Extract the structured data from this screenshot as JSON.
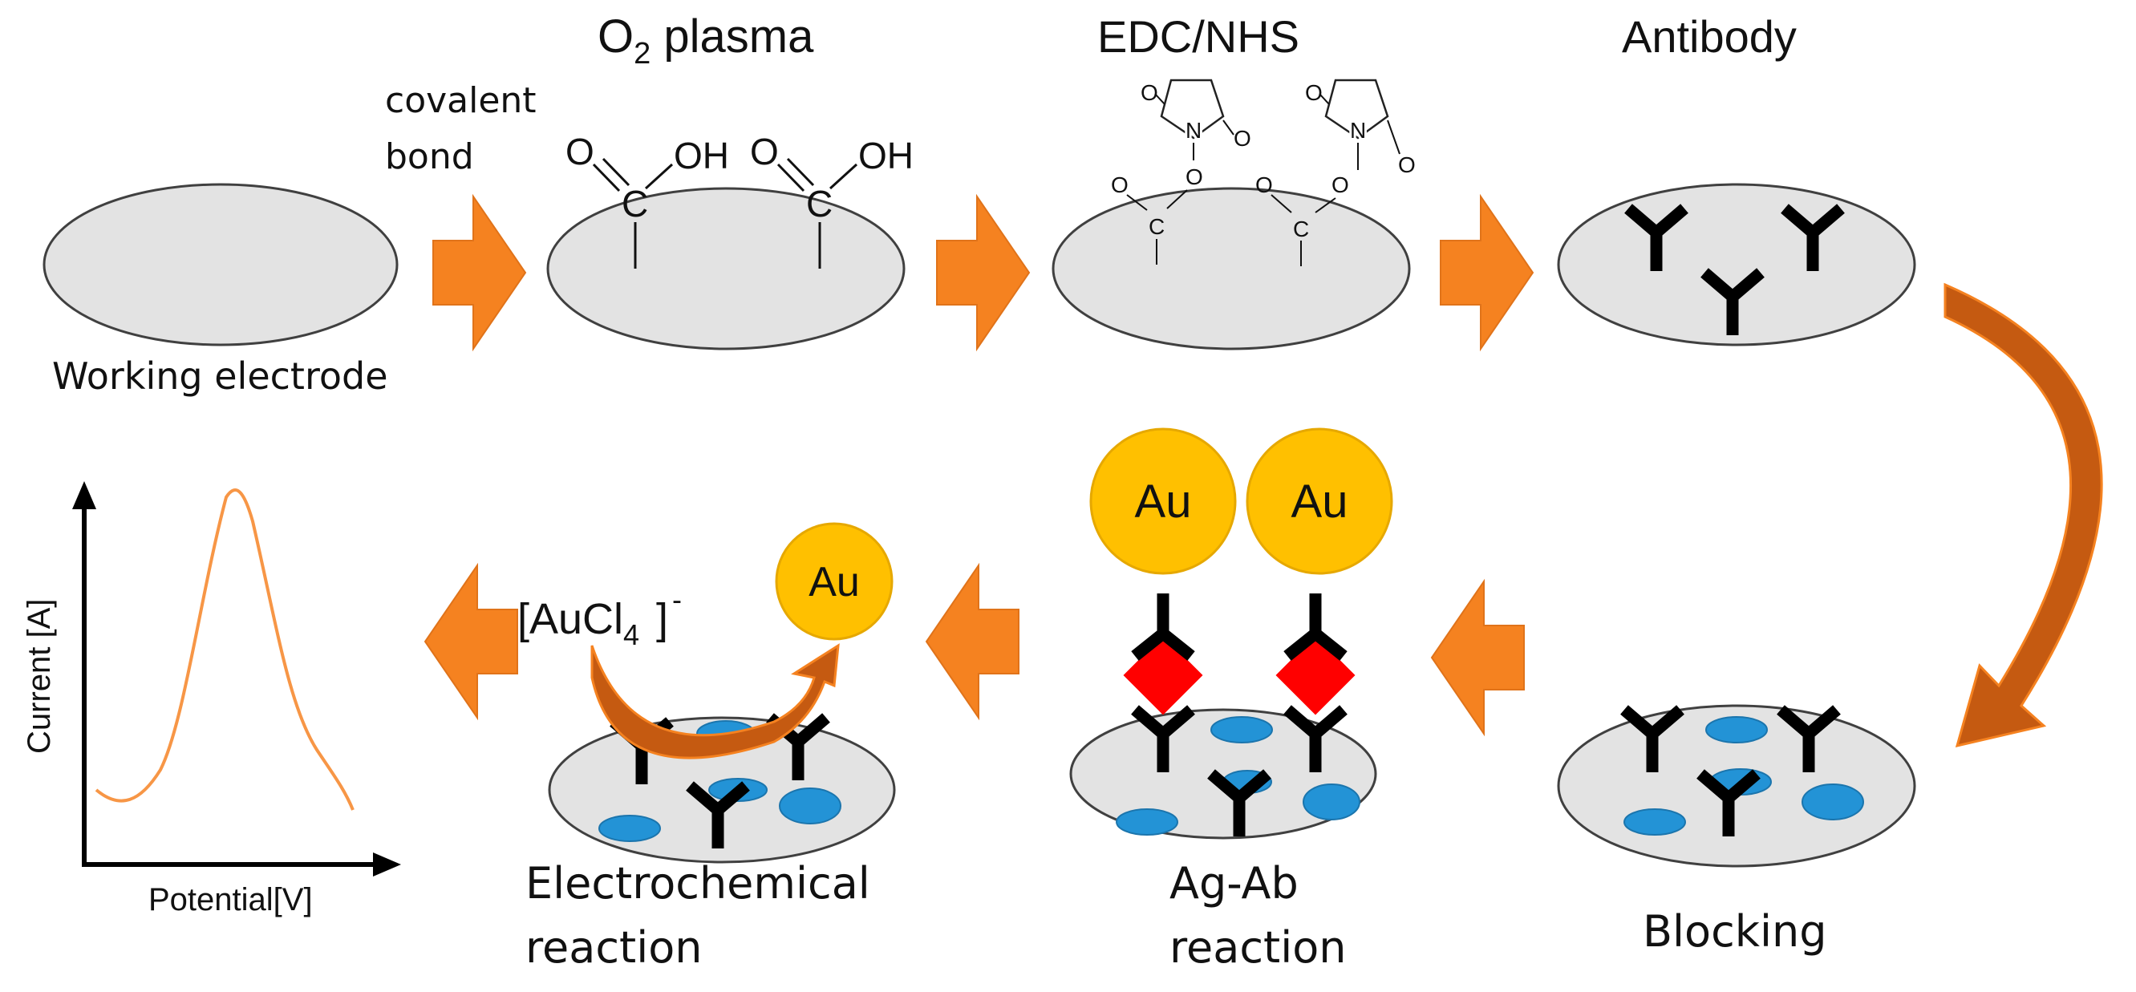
{
  "colors": {
    "arrow": "#F58220",
    "arrow_stroke": "#E0731A",
    "curved_arrow": "#C55A11",
    "electrode_fill": "#E3E3E3",
    "electrode_stroke": "#404040",
    "antibody": "#000000",
    "blocker": "#2393D6",
    "antigen": "#FF0000",
    "gold": "#FFC000",
    "gold_stroke": "#E6A800",
    "curve": "#F79646"
  },
  "steps": {
    "o2_plasma": {
      "title_main": "O",
      "title_sub": "2",
      "title_rest": " plasma"
    },
    "edc_nhs": {
      "title": "EDC/NHS"
    },
    "antibody": {
      "title": "Antibody"
    },
    "blocking": {
      "title": "Blocking"
    },
    "ag_ab": {
      "title_line1": "Ag-Ab",
      "title_line2": "reaction",
      "particle_label": "Au"
    },
    "electrochemical": {
      "title_line1": "Electrochemical",
      "title_line2": "reaction",
      "particle_label": "Au"
    }
  },
  "labels": {
    "working_electrode": "Working electrode",
    "covalent_line1": "covalent",
    "covalent_line2": "bond",
    "aucl4_main": "[AuCl",
    "aucl4_sub": "4",
    "aucl4_sup": "-"
  },
  "chemistry": {
    "o": "O",
    "oh": "OH",
    "c": "C",
    "n": "N"
  },
  "plot": {
    "type": "line",
    "xlabel": "Potential[V]",
    "ylabel": "Current [A]"
  }
}
